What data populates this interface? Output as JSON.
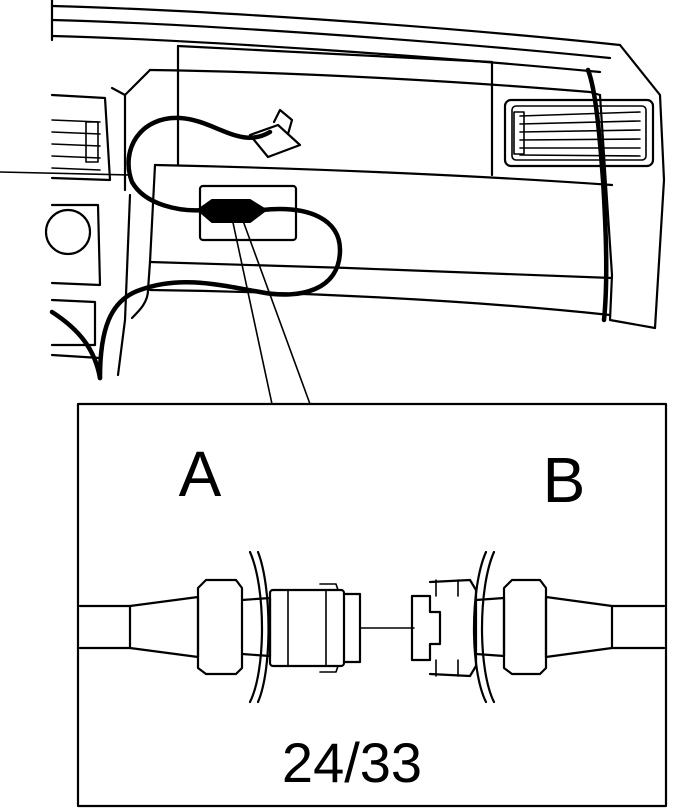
{
  "diagram": {
    "label_a": "A",
    "label_b": "B",
    "figure_code": "24/33",
    "colors": {
      "line": "#000000",
      "background": "#ffffff"
    }
  }
}
